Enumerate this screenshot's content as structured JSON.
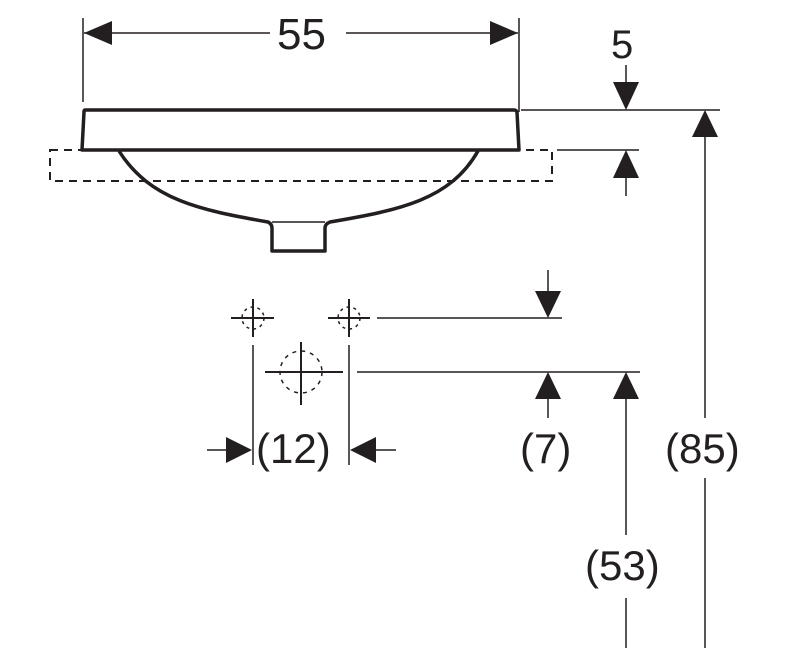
{
  "drawing": {
    "type": "technical-dimension-drawing",
    "subject": "countertop washbasin, side elevation with tap-hole layout",
    "units": "cm",
    "line_color": "#231f20",
    "background": "#ffffff"
  },
  "dimensions": {
    "width": {
      "label": "55",
      "orientation": "horizontal"
    },
    "rim_thickness": {
      "label": "5",
      "orientation": "vertical"
    },
    "tap_hole_spacing": {
      "label": "(12)",
      "orientation": "horizontal"
    },
    "tap_to_waste_offset": {
      "label": "(7)",
      "orientation": "vertical"
    },
    "waste_height": {
      "label": "(53)",
      "orientation": "vertical"
    },
    "total_height": {
      "label": "(85)",
      "orientation": "vertical"
    }
  },
  "symbols": {
    "tap_holes": [
      {
        "name": "left-tap-hole"
      },
      {
        "name": "right-tap-hole"
      }
    ],
    "waste_outlet": {
      "name": "waste-outlet"
    },
    "countertop_outline": {
      "style": "dashed"
    }
  }
}
